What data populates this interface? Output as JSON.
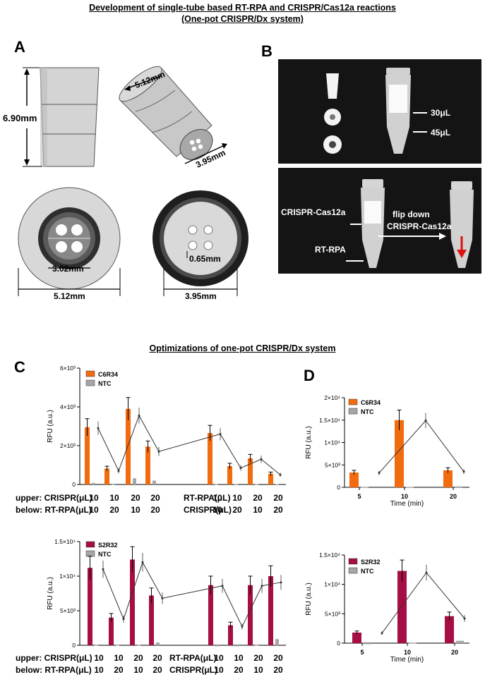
{
  "titles": {
    "top_line1": "Development of single-tube based RT-RPA and CRISPR/Cas12a reactions",
    "top_line2": "(One-pot CRISPR/Dx system)",
    "middle": "Optimizations of one-pot CRISPR/Dx system"
  },
  "panels": {
    "a": "A",
    "b": "B",
    "c": "C",
    "d": "D"
  },
  "panel_a": {
    "height_label": "6.90mm",
    "top_diameter_label": "5.12mm",
    "bottom_diameter_label": "3.95mm",
    "inner_diameter_label": "3.02mm",
    "outer_diameter_label": "5.12mm",
    "hole_diameter_label": "0.65mm",
    "bottom_outer_label": "3.95mm"
  },
  "panel_b": {
    "vol_upper": "30μL",
    "vol_lower": "45μL",
    "crispr_label": "CRISPR-Cas12a",
    "rpa_label": "RT-RPA",
    "flip_line1": "flip down",
    "flip_line2": "CRISPR-Cas12a"
  },
  "panel_c_rows": {
    "upper_prefix": "upper: CRISPR(μL)",
    "below_prefix": "below: RT-RPA(μL)",
    "upper_mid": "RT-RPA(μL)",
    "below_mid": "CRISPR(μL)",
    "group1_upper": [
      "10",
      "10",
      "20",
      "20"
    ],
    "group1_below": [
      "10",
      "20",
      "10",
      "20"
    ],
    "group2_upper": [
      "10",
      "10",
      "20",
      "20"
    ],
    "group2_below": [
      "10",
      "20",
      "10",
      "20"
    ]
  },
  "colors": {
    "orange": "#f26b0f",
    "crimson": "#a50f45",
    "grey": "#a6a6a6",
    "photo_bg": "#141414"
  },
  "chart_data": [
    {
      "id": "c-top",
      "type": "bar",
      "ylabel": "RFU (a.u.)",
      "yticks": [
        "0",
        "2×10³",
        "4×10³",
        "6×10³"
      ],
      "ylim": [
        0,
        6000
      ],
      "series": [
        {
          "name": "C6R34",
          "values": [
            2950,
            820,
            3900,
            1950,
            2650,
            950,
            1350,
            550
          ]
        },
        {
          "name": "NTC",
          "values": [
            80,
            40,
            320,
            200,
            30,
            20,
            30,
            20
          ]
        }
      ],
      "line_values": [
        2900,
        700,
        3550,
        1700,
        2600,
        850,
        1300,
        500
      ]
    },
    {
      "id": "c-bottom",
      "type": "bar",
      "ylabel": "RFU (a.u.)",
      "yticks": [
        "0",
        "5×10³",
        "1×10⁴",
        "1.5×10⁴"
      ],
      "ylim": [
        0,
        15000
      ],
      "series": [
        {
          "name": "S2R32",
          "values": [
            11200,
            4000,
            12400,
            7200,
            8700,
            2900,
            8700,
            10000
          ]
        },
        {
          "name": "NTC",
          "values": [
            100,
            100,
            100,
            400,
            0,
            0,
            100,
            900
          ]
        }
      ],
      "line_values": [
        11000,
        3800,
        12000,
        6800,
        8600,
        2700,
        8600,
        9100
      ]
    },
    {
      "id": "d-top",
      "type": "bar",
      "ylabel": "RFU (a.u.)",
      "xlabel": "Time (min)",
      "categories": [
        "5",
        "10",
        "20"
      ],
      "yticks": [
        "0",
        "5×10³",
        "1×10⁴",
        "1.5×10⁴",
        "2×10⁴"
      ],
      "ylim": [
        0,
        20000
      ],
      "series": [
        {
          "name": "C6R34",
          "values": [
            3300,
            15000,
            3800
          ]
        },
        {
          "name": "NTC",
          "values": [
            100,
            100,
            200
          ]
        }
      ],
      "line_values": [
        3200,
        14900,
        3500
      ]
    },
    {
      "id": "d-bottom",
      "type": "bar",
      "ylabel": "RFU (a.u.)",
      "xlabel": "Time (min)",
      "categories": [
        "5",
        "10",
        "20"
      ],
      "yticks": [
        "0",
        "5×10³",
        "1×10⁴",
        "1.5×10⁴"
      ],
      "ylim": [
        0,
        15000
      ],
      "series": [
        {
          "name": "S2R32",
          "values": [
            1800,
            12300,
            4600
          ]
        },
        {
          "name": "NTC",
          "values": [
            0,
            100,
            400
          ]
        }
      ],
      "line_values": [
        1700,
        12000,
        4200
      ]
    }
  ]
}
